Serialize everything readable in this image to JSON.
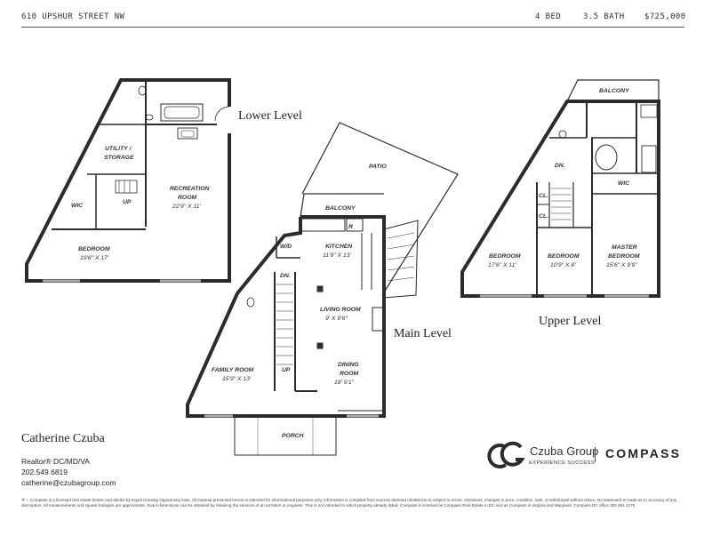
{
  "header": {
    "address": "610 UPSHUR STREET NW",
    "beds": "4 BED",
    "baths": "3.5 BATH",
    "price": "$725,000"
  },
  "levels": {
    "lower": "Lower Level",
    "main": "Main Level",
    "upper": "Upper Level"
  },
  "lower_level": {
    "utility": [
      "UTILITY /",
      "STORAGE"
    ],
    "recreation": [
      "RECREATION",
      "ROOM"
    ],
    "recreation_dim": "22'9\" X 11'",
    "wic": "WIC",
    "up": "UP",
    "bedroom": "BEDROOM",
    "bedroom_dim": "19'6\" X 17'"
  },
  "main_level": {
    "patio": "PATIO",
    "balcony": "BALCONY",
    "wd": "W/D",
    "range": "R",
    "kitchen": "KITCHEN",
    "kitchen_dim": "11'9\" X 13'",
    "dn": "DN.",
    "living": "LIVING ROOM",
    "living_dim": "9' X 9'6\"",
    "family": "FAMILY ROOM",
    "family_dim": "15'9\" X 13'",
    "up": "UP",
    "dining": [
      "DINING",
      "ROOM"
    ],
    "dining_dim": "18'     9'1\"",
    "porch": "PORCH"
  },
  "upper_level": {
    "balcony": "BALCONY",
    "dn": "DN.",
    "wic": "WIC",
    "cl1": "CL.",
    "cl2": "CL.",
    "bedroom1": "BEDROOM",
    "bedroom1_dim": "17'6\" X 11'",
    "bedroom2": "BEDROOM",
    "bedroom2_dim": "10'9\" X 8'",
    "master": [
      "MASTER",
      "BEDROOM"
    ],
    "master_dim": "15'6\" X 9'9\""
  },
  "agent": {
    "name": "Catherine Czuba",
    "title": "Realtor® DC/MD/VA",
    "phone": "202.549.6819",
    "email": "catherine@czubagroup.com"
  },
  "brand": {
    "group_name": "Czuba Group",
    "tagline": "EXPERIENCE SUCCESS",
    "compass": "COMPASS"
  },
  "disclaimer": "Ⓡ ⌂ Compass is a licensed real estate broker and abides by Equal Housing Opportunity laws. All material presented herein is intended for informational purposes only. Information is compiled from sources deemed reliable but is subject to errors, omissions, changes in price, condition, sale, or withdrawal without notice. No statement is made as to accuracy of any description. All measurements and square footages are approximate. Exact dimensions can be obtained by retaining the services of an architect or engineer. This is not intended to solicit property already listed. Compass is licensed as Compass Real Estate in DC and as Compass in Virginia and Maryland. Compass DC office 202.491.1275.",
  "colors": {
    "wall": "#2b2b2b",
    "text": "#222222"
  }
}
